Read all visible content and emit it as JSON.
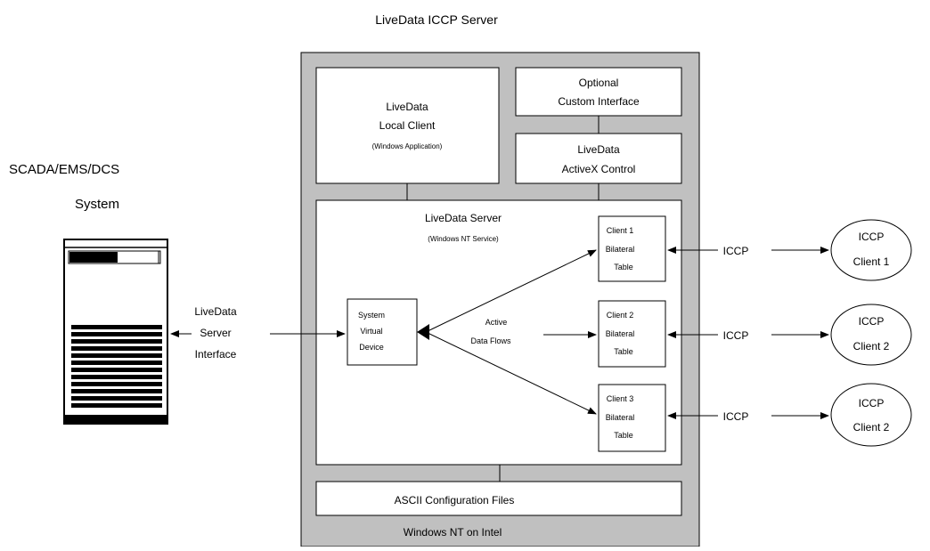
{
  "title": "LiveData ICCP Server",
  "scada": {
    "line1": "SCADA/EMS/DCS",
    "line2": "System"
  },
  "interface": [
    "LiveData",
    "Server",
    "Interface"
  ],
  "local_client": {
    "line1": "LiveData",
    "line2": "Local Client",
    "line3": "(Windows Application)"
  },
  "optional": {
    "line1": "Optional",
    "line2": "Custom Interface"
  },
  "activex": {
    "line1": "LiveData",
    "line2": "ActiveX Control"
  },
  "server": {
    "line1": "LiveData Server",
    "line2": "(Windows NT Service)"
  },
  "virtual_device": [
    "System",
    "Virtual",
    "Device"
  ],
  "flows": [
    "Active",
    "Data Flows"
  ],
  "tables": [
    {
      "lines": [
        "Client 1",
        "Bilateral",
        "Table"
      ]
    },
    {
      "lines": [
        "Client 2",
        "Bilateral",
        "Table"
      ]
    },
    {
      "lines": [
        "Client 3",
        "Bilateral",
        "Table"
      ]
    }
  ],
  "protocol_labels": [
    "ICCP",
    "ICCP",
    "ICCP"
  ],
  "clients": [
    {
      "lines": [
        "ICCP",
        "Client 1"
      ]
    },
    {
      "lines": [
        "ICCP",
        "Client 2"
      ]
    },
    {
      "lines": [
        "ICCP",
        "Client 2"
      ]
    }
  ],
  "config_files": "ASCII Configuration Files",
  "platform": "Windows NT on Intel",
  "colors": {
    "panel": "#c0c0c0",
    "box": "#ffffff",
    "line": "#000000"
  }
}
